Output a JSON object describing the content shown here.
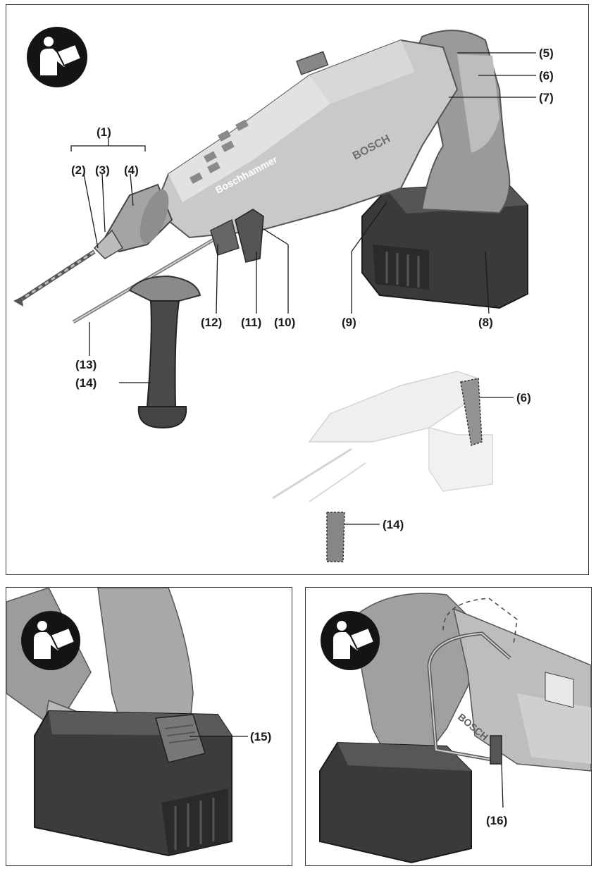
{
  "figure": {
    "main": {
      "callouts": {
        "c1": "(1)",
        "c2": "(2)",
        "c3": "(3)",
        "c4": "(4)",
        "c5": "(5)",
        "c6": "(6)",
        "c7": "(7)",
        "c8": "(8)",
        "c9": "(9)",
        "c10": "(10)",
        "c11": "(11)",
        "c12": "(12)",
        "c13": "(13)",
        "c14": "(14)"
      },
      "inset_callouts": {
        "c6": "(6)",
        "c14": "(14)"
      },
      "brand_text": "BOSCH",
      "model_text": "Boschhammer"
    },
    "bottom_left": {
      "callouts": {
        "c15": "(15)"
      }
    },
    "bottom_right": {
      "callouts": {
        "c16": "(16)"
      },
      "brand_text": "BOSCH"
    },
    "icon": "read-manual-icon"
  }
}
